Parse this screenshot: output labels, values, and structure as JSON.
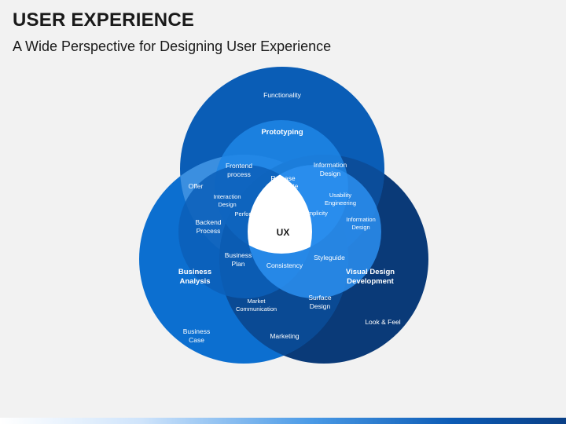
{
  "page": {
    "title": "USER EXPERIENCE",
    "subtitle": "A Wide Perspective for Designing User Experience"
  },
  "colors": {
    "functionality_circle": "#0a5db6",
    "visual_design_circle": "#0a3a78",
    "business_circle": "#0c6fd0",
    "prototyping_circle": "#1f86e6",
    "information_circle": "#2b8ff0",
    "performance_circle": "#3a95ee",
    "center": "#ffffff",
    "label_text": "#ffffff",
    "center_text": "#1a1a1a",
    "background": "#f2f2f2"
  },
  "diagram": {
    "center_label": "UX",
    "labels": {
      "functionality": "Functionality",
      "prototyping": "Prototyping",
      "frontend_process": "Frontend\nprocess",
      "information_design": "Information\nDesign",
      "release_candidate": "Release\nCandidate",
      "offer": "Offer",
      "interaction_design": "Interaction\nDesign",
      "usability_engineering": "Usability\nEngineering",
      "performance": "Performance",
      "simplicity": "Simplicity",
      "backend_process": "Backend\nProcess",
      "information_design_2": "Information\nDesign",
      "business_plan": "Business\nPlan",
      "consistency": "Consistency",
      "styleguide": "Styleguide",
      "business_analysis": "Business\nAnalysis",
      "visual_design_development": "Visual Design\nDevelopment",
      "market_communication": "Market\nCommunication",
      "surface_design": "Surface\nDesign",
      "look_and_feel": "Look & Feel",
      "business_case": "Business\nCase",
      "marketing": "Marketing"
    }
  }
}
